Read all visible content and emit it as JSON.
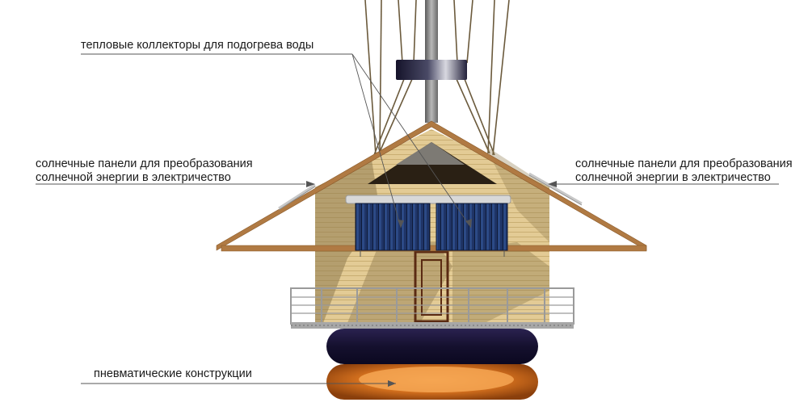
{
  "labels": {
    "collectors": "тепловые коллекторы для подогрева воды",
    "panels_left_line1": "солнечные панели для преобразования",
    "panels_left_line2": "солнечной энергии в электричество",
    "panels_right_line1": "солнечные панели для преобразования",
    "panels_right_line2": "солнечной энергии в электричество",
    "pneumatic": "пневматические конструкции"
  },
  "colors": {
    "roof_beam": "#b07a43",
    "wall_light": "#e6cf9a",
    "wall_shadow": "#b6a06e",
    "collector_blue": "#1f3466",
    "upper_float": "#1c1638",
    "lower_float": "#c9661a",
    "lower_float_highlight": "#f29a3c",
    "cable": "#6b5a3c",
    "mast": "#8a8a8a"
  }
}
